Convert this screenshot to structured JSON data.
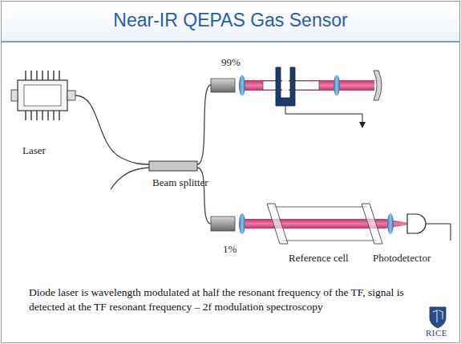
{
  "diagram": {
    "title": "Near-IR QEPAS Gas Sensor",
    "caption": "Diode laser is wavelength modulated at half the resonant frequency of the TF, signal is detected at the TF resonant frequency – 2f modulation spectroscopy",
    "labels": [
      "99%",
      "Laser",
      "Beam splitter",
      "1%",
      "Reference cell",
      "Photodetector",
      "RICE"
    ]
  }
}
